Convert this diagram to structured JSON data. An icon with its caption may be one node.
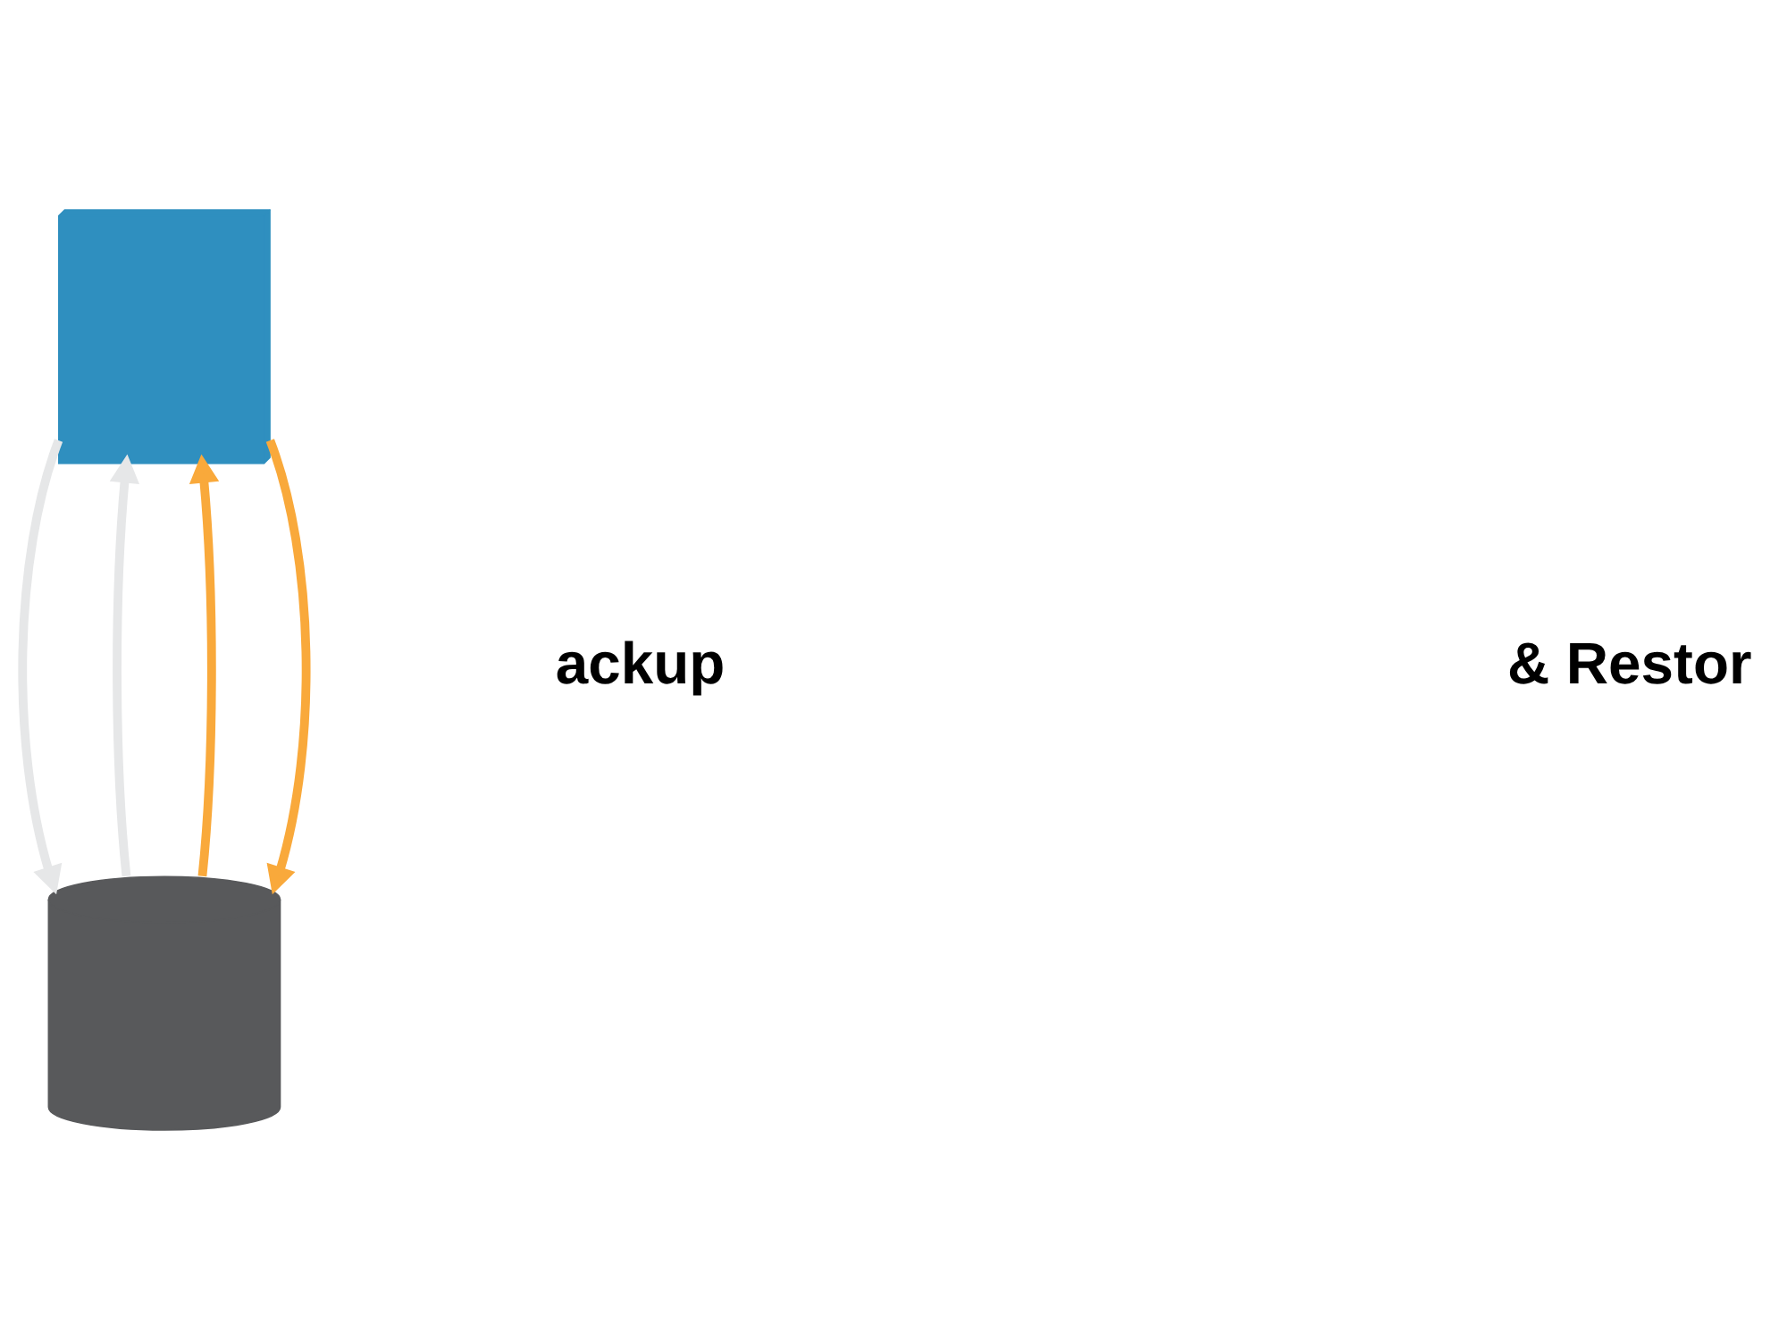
{
  "diagram": {
    "nodes": [
      {
        "text": [],
        "shape": "box"
      },
      {
        "text": [],
        "shape": "cylinder"
      }
    ],
    "edges": [
      {
        "from": 1,
        "to": 0,
        "arrow": "to",
        "color": "#e6e7e8"
      },
      {
        "from": 0,
        "to": 1,
        "arrow": "to",
        "color": "#e6e7e8"
      },
      {
        "from": 1,
        "to": 0,
        "arrow": "to",
        "color": "#f9a93b"
      },
      {
        "from": 0,
        "to": 1,
        "arrow": "to",
        "color": "#f9a93b"
      }
    ],
    "labels": [
      "ackup",
      "& Restor"
    ]
  }
}
